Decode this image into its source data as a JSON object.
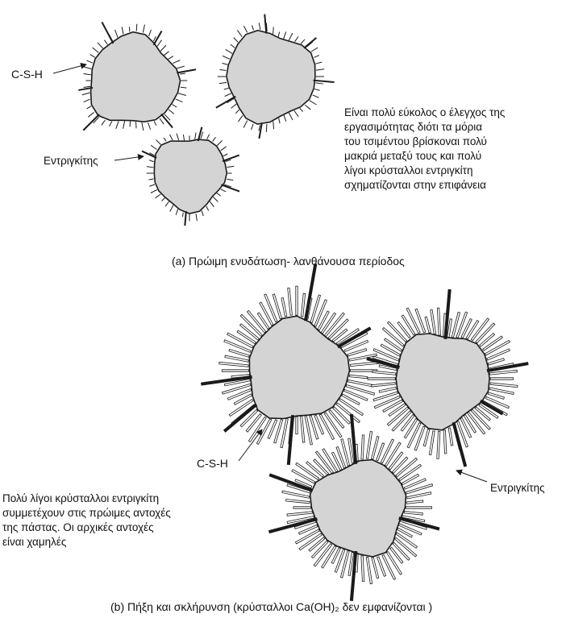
{
  "panel_a": {
    "label_csh": "C-S-H",
    "label_ettringite": "Εντριγκίτης",
    "description": [
      "Είναι πολύ εύκολος ο έλεγχος της",
      "εργασιμότητας διότι τα μόρια",
      "του τσιμέντου βρίσκοναι πολύ",
      "μακριά μεταξύ τους και πολύ",
      "λίγοι κρύσταλλοι εντριγκίτη",
      "σχηματίζονται στην επιφάνεια"
    ],
    "caption": "(a) Πρώιμη ενυδάτωση- λανθάνουσα περίοδος"
  },
  "panel_b": {
    "label_csh": "C-S-H",
    "label_ettringite": "Εντριγκίτης",
    "description": [
      "Πολύ λίγοι κρύσταλλοι εντριγκίτη",
      "συμμετέχουν στις πρώιμες αντοχές",
      "της πάστας. Οι αρχικές αντοχές",
      "είναι χαμηλές"
    ],
    "caption": "(b)  Πήξη και σκλήρυνση  (κρύσταλλοι Ca(OH)₂  δεν εμφανίζονται )"
  },
  "colors": {
    "particle_fill": "#d4d4d4",
    "stroke": "#1a1a1a",
    "background": "#ffffff"
  }
}
